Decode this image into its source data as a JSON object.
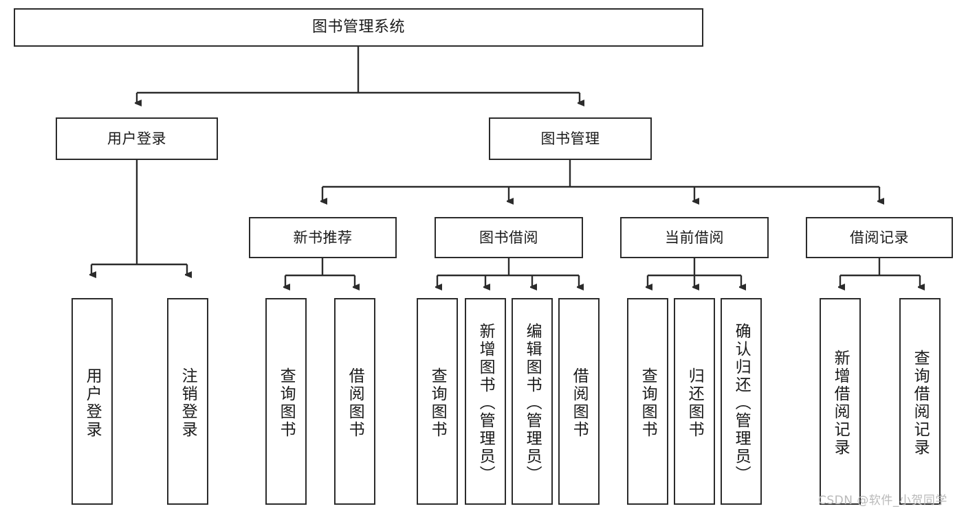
{
  "diagram": {
    "type": "tree-hierarchy-flowchart",
    "title": "图书管理系统",
    "orientation": "top-down",
    "watermark": "CSDN @软件_小贺同学",
    "colors": {
      "box_border": "#2b2b2b",
      "box_fill": "#ffffff",
      "connector": "#2b2b2b",
      "text": "#1a1a1a",
      "watermark": "#b9b9b9",
      "background": "#ffffff"
    }
  },
  "nodes": {
    "root": {
      "label": "图书管理系统",
      "level": 0
    },
    "level1": [
      {
        "id": "user-login",
        "label": "用户登录"
      },
      {
        "id": "book-management",
        "label": "图书管理"
      }
    ],
    "level2": [
      {
        "id": "new-book-recommend",
        "label": "新书推荐",
        "parent": "book-management"
      },
      {
        "id": "book-borrow",
        "label": "图书借阅",
        "parent": "book-management"
      },
      {
        "id": "current-borrow",
        "label": "当前借阅",
        "parent": "book-management"
      },
      {
        "id": "borrow-record",
        "label": "借阅记录",
        "parent": "book-management"
      }
    ],
    "leaves": [
      {
        "id": "leaf-user-login",
        "label": "用户登录",
        "parent": "user-login"
      },
      {
        "id": "leaf-logout",
        "label": "注销登录",
        "parent": "user-login"
      },
      {
        "id": "leaf-query-book-1",
        "label": "查询图书",
        "parent": "new-book-recommend"
      },
      {
        "id": "leaf-borrow-book-1",
        "label": "借阅图书",
        "parent": "new-book-recommend"
      },
      {
        "id": "leaf-query-book-2",
        "label": "查询图书",
        "parent": "book-borrow"
      },
      {
        "id": "leaf-add-book",
        "label": "新增图书（管理员）",
        "parent": "book-borrow"
      },
      {
        "id": "leaf-edit-book",
        "label": "编辑图书（管理员）",
        "parent": "book-borrow"
      },
      {
        "id": "leaf-borrow-book-2",
        "label": "借阅图书",
        "parent": "book-borrow"
      },
      {
        "id": "leaf-query-book-3",
        "label": "查询图书",
        "parent": "current-borrow"
      },
      {
        "id": "leaf-return-book",
        "label": "归还图书",
        "parent": "current-borrow"
      },
      {
        "id": "leaf-confirm-return",
        "label": "确认归还（管理员）",
        "parent": "current-borrow"
      },
      {
        "id": "leaf-add-record",
        "label": "新增借阅记录",
        "parent": "borrow-record"
      },
      {
        "id": "leaf-query-record",
        "label": "查询借阅记录",
        "parent": "borrow-record"
      }
    ]
  }
}
